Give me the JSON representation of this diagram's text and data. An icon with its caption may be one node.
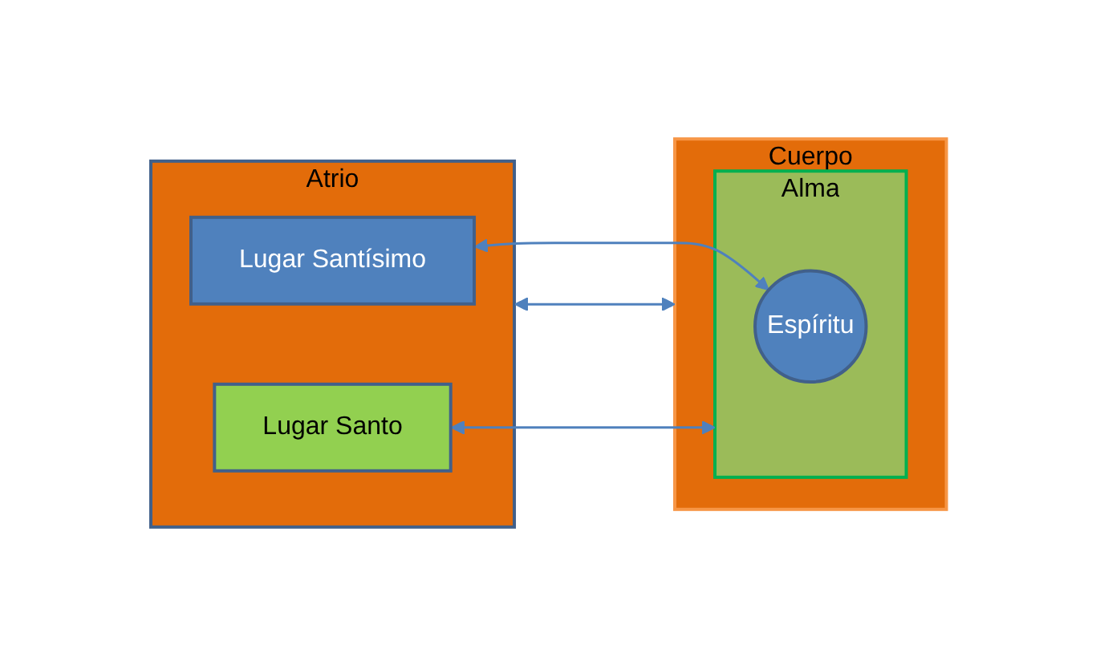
{
  "diagram": {
    "nodes": [
      {
        "text": [
          "Atrio"
        ]
      },
      {
        "text": [
          "Lugar Santísimo"
        ],
        "in": 0
      },
      {
        "text": [
          "Lugar Santo"
        ],
        "in": 0
      },
      {
        "text": [
          "Cuerpo"
        ]
      },
      {
        "text": [
          "Alma"
        ],
        "in": 3
      },
      {
        "text": [
          "Espíritu"
        ],
        "in": 4
      }
    ],
    "edges": [
      {
        "from": 1,
        "to": 5,
        "arrow": "both"
      },
      {
        "from": 2,
        "to": 4,
        "arrow": "both"
      },
      {
        "from": 0,
        "to": 3,
        "arrow": "both"
      }
    ]
  }
}
